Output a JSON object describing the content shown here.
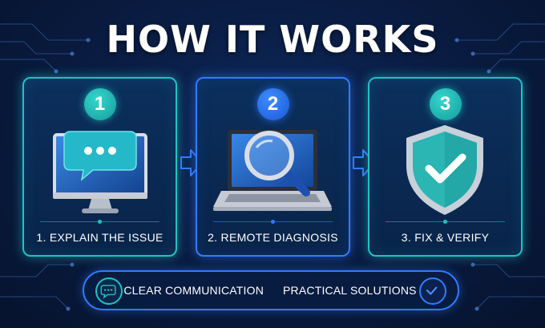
{
  "title": "HOW IT WORKS",
  "colors": {
    "background": "#0a1d44",
    "teal_accent": "#21c1c4",
    "blue_accent": "#2f7dff",
    "text": "#ffffff"
  },
  "steps": [
    {
      "number": "1",
      "label": "1. EXPLAIN THE ISSUE",
      "icon": "monitor-chat-icon",
      "accent": "teal"
    },
    {
      "number": "2",
      "label": "2. REMOTE DIAGNOSIS",
      "icon": "laptop-magnifier-icon",
      "accent": "blue"
    },
    {
      "number": "3",
      "label": "3. FIX & VERIFY",
      "icon": "shield-check-icon",
      "accent": "teal"
    }
  ],
  "footer": {
    "left_icon": "chat-bubble-icon",
    "item_1": "CLEAR COMMUNICATION",
    "item_2": "PRACTICAL SOLUTIONS",
    "right_icon": "check-circle-icon"
  }
}
